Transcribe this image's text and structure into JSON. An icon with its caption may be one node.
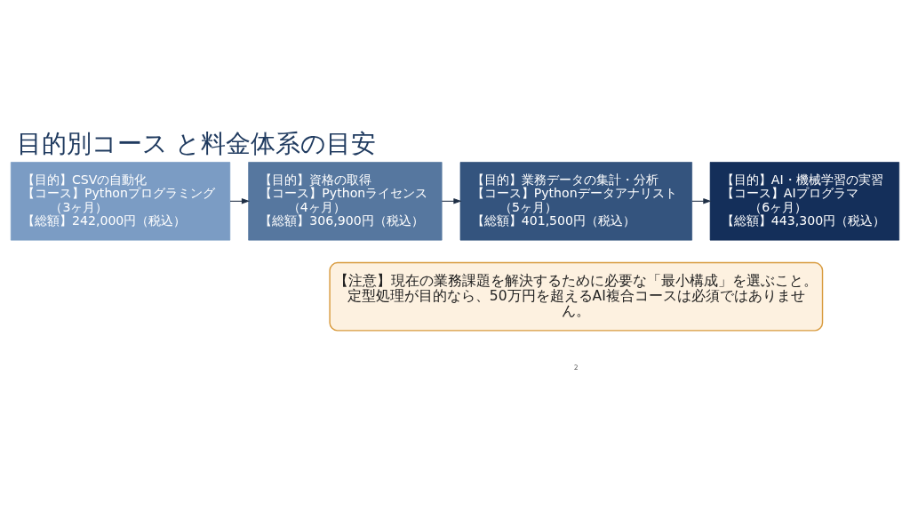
{
  "diagram": {
    "title": "目的別コース と料金体系の目安",
    "nodes": [
      {
        "text": [
          "【目的】CSVの自動化",
          "【コース】Pythonプログラミング（3ヶ月）",
          "【総額】242,000円（税込）"
        ]
      },
      {
        "text": [
          "【目的】資格の取得",
          "【コース】Pythonライセンス（4ヶ月）",
          "【総額】306,900円（税込）"
        ]
      },
      {
        "text": [
          "【目的】業務データの集計・分析",
          "【コース】Pythonデータアナリスト（5ヶ月）",
          "【総額】401,500円（税込）"
        ]
      },
      {
        "text": [
          "【目的】AI・機械学習の実習",
          "【コース】AIプログラマ（6ヶ月）",
          "【総額】443,300円（税込）"
        ]
      },
      {
        "text": [
          "【注意】現在の業務課題を解決するために必要な「最小構成」を選ぶこと。定型処理が目的なら、50万円を超えるAI複合コースは必須ではありません。"
        ]
      }
    ],
    "edges": [
      {
        "from": 0,
        "to": 1,
        "arrow": "to"
      },
      {
        "from": 1,
        "to": 2,
        "arrow": "to"
      },
      {
        "from": 2,
        "to": 3,
        "arrow": "to"
      }
    ],
    "labels": [
      "2"
    ]
  }
}
